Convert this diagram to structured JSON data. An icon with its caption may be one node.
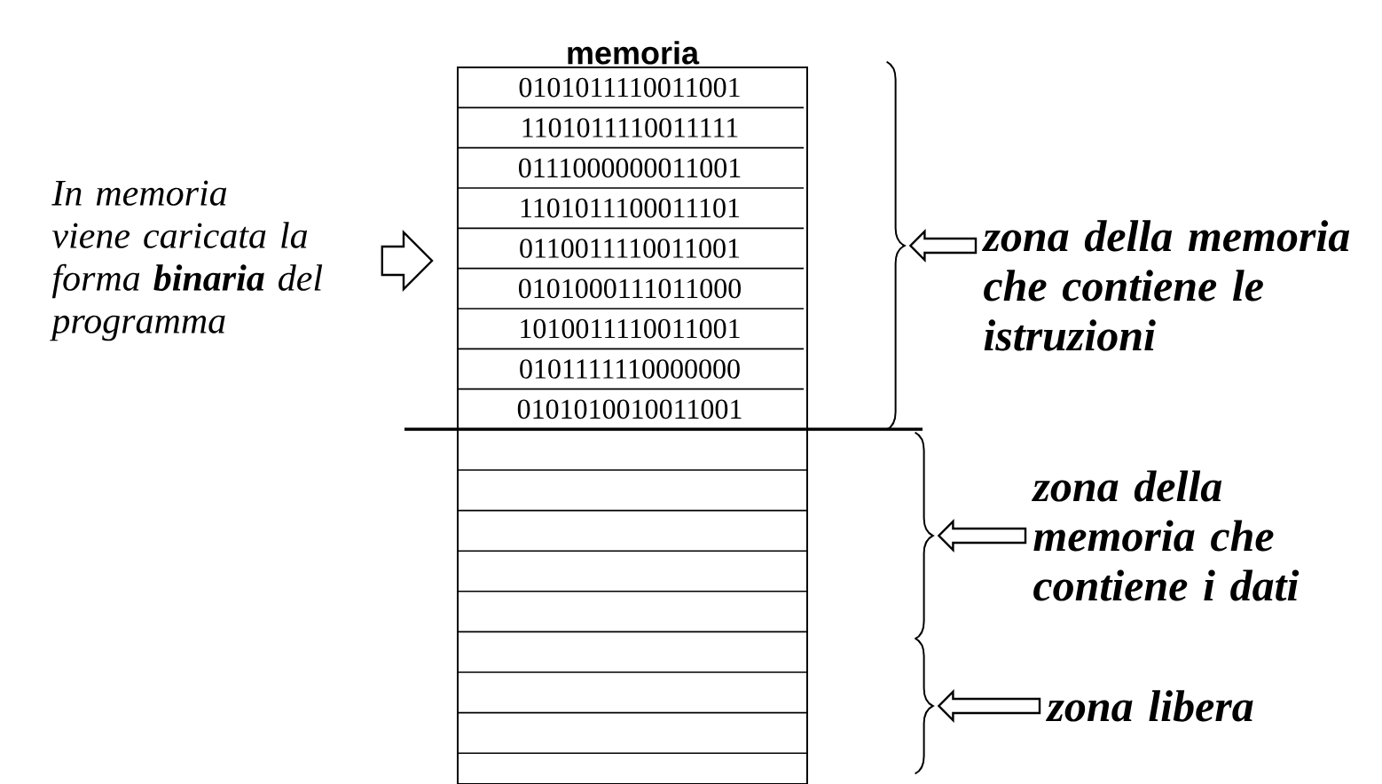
{
  "diagram": {
    "nodes": [
      {
        "text": [
          "memoria"
        ]
      },
      {
        "text": [
          "In memoria viene caricata la forma **binaria** del programma"
        ]
      },
      {
        "text": [],
        "shape": "brace"
      },
      {
        "text": [
          "zona della memoria che contiene le istruzioni"
        ]
      },
      {
        "text": [],
        "shape": "brace"
      },
      {
        "text": [
          "zona della memoria che contiene i dati"
        ]
      },
      {
        "text": [],
        "shape": "brace"
      },
      {
        "text": [
          "zona libera"
        ]
      }
    ],
    "edges": [
      {
        "from": 1,
        "to": 0,
        "arrow": "to"
      },
      {
        "from": 3,
        "to": 2,
        "arrow": "to"
      },
      {
        "from": 5,
        "to": 4,
        "arrow": "to"
      },
      {
        "from": 7,
        "to": 6,
        "arrow": "to"
      }
    ],
    "labels": [
      "0101011110011001",
      "1101011110011111",
      "0111000000011001",
      "1101011100011101",
      "0110011110011001",
      "0101000111011000",
      "1010011110011001",
      "0101111110000000",
      "0101010010011001"
    ]
  }
}
